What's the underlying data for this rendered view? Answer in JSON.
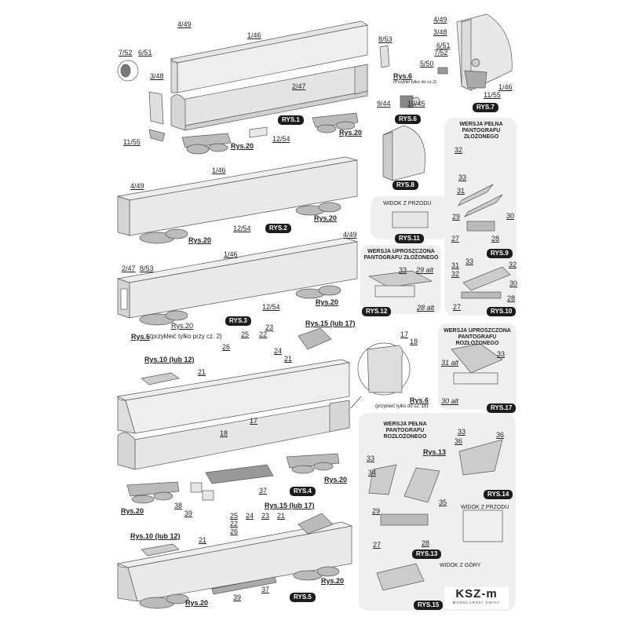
{
  "rys1": {
    "badge": "RYS.1",
    "l_4_49": "4/49",
    "l_1_46": "1/46",
    "l_7_52": "7/52",
    "l_6_51": "6/51",
    "l_3_48": "3/48",
    "l_8_53": "8/53",
    "rys6": "Rys.6",
    "rys6_note": "(Przyklei tylko do cz.2)",
    "l_2_47": "2/47",
    "l_11_55": "11/55",
    "l_12_54": "12/54",
    "rys20a": "Rys.20",
    "rys20b": "Rys.20"
  },
  "rys6": {
    "badge": "RYS.6",
    "l_9_44": "9/44",
    "l_10_45": "10/45"
  },
  "rys7": {
    "badge": "RYS.7",
    "l_4_49": "4/49",
    "l_3_48": "3/48",
    "l_6_51": "6/51",
    "l_7_52": "7/52",
    "l_5_50": "5/50",
    "l_1_46": "1/46",
    "l_11_55": "11/55"
  },
  "rys8": {
    "badge": "RYS.8"
  },
  "rys9": {
    "title": [
      "WERSJA PEŁNA",
      "PANTOGRAFU",
      "ZŁOŻONEGO"
    ],
    "badge": "RYS.9",
    "l32": "32",
    "l33": "33",
    "l31": "31",
    "l29": "29",
    "l30": "30",
    "l27": "27",
    "l28": "28"
  },
  "rys10": {
    "badge": "RYS.10",
    "l33": "33",
    "l31": "31",
    "l32a": "32",
    "l32b": "32",
    "l30": "30",
    "l28": "28",
    "l27": "27"
  },
  "rys11": {
    "view": "WIDOK Z PRZODU",
    "badge": "RYS.11"
  },
  "rys12": {
    "title": [
      "WERSJA UPROSZCZONA",
      "PANTOGRAFU ZŁOŻONEGO"
    ],
    "l33": "33",
    "l29": "29 alt",
    "l28": "28 alt",
    "badge": "RYS.12"
  },
  "rys2": {
    "badge": "RYS.2",
    "l_4_49": "4/49",
    "l_1_46": "1/46",
    "l_12_54": "12/54",
    "rys20a": "Rys.20",
    "rys20b": "Rys.20"
  },
  "rys3": {
    "badge": "RYS.3",
    "l_4_49": "4/49",
    "l_1_46": "1/46",
    "l_2_47": "2/47",
    "l_8_53": "8/53",
    "l_12_54": "12/54",
    "rys20a": "Rys.20",
    "rys20b": "Rys.20",
    "rys6": "Rys.6",
    "rys6_note": "(przykleić tylko przy cz. 2)"
  },
  "rys4": {
    "badge": "RYS.4",
    "rys15": "Rys.15 (lub 17)",
    "rys10": "Rys.10 (lub 12)",
    "l23": "23",
    "l25": "25",
    "l22": "22",
    "l26": "26",
    "l24": "24",
    "l21a": "21",
    "l21b": "21",
    "l17": "17",
    "l18": "18",
    "l37": "37",
    "l38": "38",
    "l39": "39",
    "rys20a": "Rys.20",
    "rys20b": "Rys.20"
  },
  "rys5": {
    "badge": "RYS.5",
    "rys15": "Rys.15 (lub 17)",
    "rys10": "Rys.10 (lub 12)",
    "l25": "25",
    "l24": "24",
    "l23": "23",
    "l21a": "21",
    "l22": "22",
    "l26": "26",
    "l21b": "21",
    "l37": "37",
    "l39": "39",
    "rys20a": "Rys.20",
    "rys20b": "Rys.20"
  },
  "detail18": {
    "l17": "17",
    "l18": "18",
    "rys6": "Rys.6",
    "note": "(przykleić tylko do cz. 18)"
  },
  "rys17": {
    "title": [
      "WERSJA UPROSZCZONA",
      "PANTOGRAFU",
      "ROZŁOŻONEGO"
    ],
    "l33": "33",
    "l31": "31 alt",
    "l30": "30 alt",
    "badge": "RYS.17"
  },
  "rys13": {
    "title": [
      "WERSJA PEŁNA",
      "PANTOGRAFU",
      "ROZŁOŻONEGO"
    ],
    "l33": "33",
    "l34": "34",
    "l35": "35",
    "l29": "29",
    "l27": "27",
    "l28": "28",
    "badge": "RYS.13"
  },
  "rys14": {
    "l33": "33",
    "l36a": "36",
    "l36b": "36",
    "rys13": "Rys.13",
    "badge": "RYS.14",
    "view_front": "WIDOK Z PRZODU",
    "view_top": "WIDOK Z GÓRY"
  },
  "rys15": {
    "badge": "RYS.15"
  },
  "logo": {
    "mark": "KSZ-m",
    "sub": "MODELARSKI ŚWIAT"
  },
  "colors": {
    "part_light": "#e6e6e6",
    "part_mid": "#bdbdbd",
    "part_dark": "#8a8a8a",
    "panel": "#efefef",
    "badge": "#1c1c1c"
  }
}
